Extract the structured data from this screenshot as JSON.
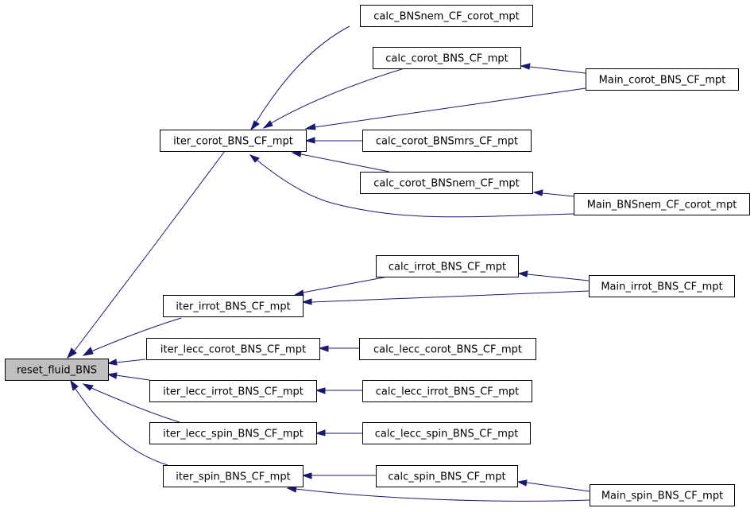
{
  "graph": {
    "nodes": [
      {
        "id": "n_reset",
        "label": "reset_fluid_BNS",
        "root": true
      },
      {
        "id": "n_iter_corot",
        "label": "iter_corot_BNS_CF_mpt"
      },
      {
        "id": "n_iter_irrot",
        "label": "iter_irrot_BNS_CF_mpt"
      },
      {
        "id": "n_iter_lecc_corot",
        "label": "iter_lecc_corot_BNS_CF_mpt"
      },
      {
        "id": "n_iter_lecc_irrot",
        "label": "iter_lecc_irrot_BNS_CF_mpt"
      },
      {
        "id": "n_iter_lecc_spin",
        "label": "iter_lecc_spin_BNS_CF_mpt"
      },
      {
        "id": "n_iter_spin",
        "label": "iter_spin_BNS_CF_mpt"
      },
      {
        "id": "n_calc_bnsnem_corot",
        "label": "calc_BNSnem_CF_corot_mpt"
      },
      {
        "id": "n_calc_corot",
        "label": "calc_corot_BNS_CF_mpt"
      },
      {
        "id": "n_calc_corot_mrs",
        "label": "calc_corot_BNSmrs_CF_mpt"
      },
      {
        "id": "n_calc_corot_nem",
        "label": "calc_corot_BNSnem_CF_mpt"
      },
      {
        "id": "n_calc_irrot",
        "label": "calc_irrot_BNS_CF_mpt"
      },
      {
        "id": "n_calc_lecc_corot",
        "label": "calc_lecc_corot_BNS_CF_mpt"
      },
      {
        "id": "n_calc_lecc_irrot",
        "label": "calc_lecc_irrot_BNS_CF_mpt"
      },
      {
        "id": "n_calc_lecc_spin",
        "label": "calc_lecc_spin_BNS_CF_mpt"
      },
      {
        "id": "n_calc_spin",
        "label": "calc_spin_BNS_CF_mpt"
      },
      {
        "id": "n_main_corot",
        "label": "Main_corot_BNS_CF_mpt"
      },
      {
        "id": "n_main_bnsnem",
        "label": "Main_BNSnem_CF_corot_mpt"
      },
      {
        "id": "n_main_irrot",
        "label": "Main_irrot_BNS_CF_mpt"
      },
      {
        "id": "n_main_spin",
        "label": "Main_spin_BNS_CF_mpt"
      }
    ],
    "edges": [
      {
        "from": "n_iter_corot",
        "to": "n_reset"
      },
      {
        "from": "n_iter_irrot",
        "to": "n_reset"
      },
      {
        "from": "n_iter_lecc_corot",
        "to": "n_reset"
      },
      {
        "from": "n_iter_lecc_irrot",
        "to": "n_reset"
      },
      {
        "from": "n_iter_lecc_spin",
        "to": "n_reset"
      },
      {
        "from": "n_iter_spin",
        "to": "n_reset"
      },
      {
        "from": "n_calc_bnsnem_corot",
        "to": "n_iter_corot"
      },
      {
        "from": "n_calc_corot",
        "to": "n_iter_corot"
      },
      {
        "from": "n_main_corot",
        "to": "n_iter_corot"
      },
      {
        "from": "n_calc_corot_mrs",
        "to": "n_iter_corot"
      },
      {
        "from": "n_calc_corot_nem",
        "to": "n_iter_corot"
      },
      {
        "from": "n_main_bnsnem",
        "to": "n_iter_corot"
      },
      {
        "from": "n_main_corot",
        "to": "n_calc_corot"
      },
      {
        "from": "n_main_bnsnem",
        "to": "n_calc_corot_nem"
      },
      {
        "from": "n_calc_irrot",
        "to": "n_iter_irrot"
      },
      {
        "from": "n_main_irrot",
        "to": "n_iter_irrot"
      },
      {
        "from": "n_main_irrot",
        "to": "n_calc_irrot"
      },
      {
        "from": "n_calc_lecc_corot",
        "to": "n_iter_lecc_corot"
      },
      {
        "from": "n_calc_lecc_irrot",
        "to": "n_iter_lecc_irrot"
      },
      {
        "from": "n_calc_lecc_spin",
        "to": "n_iter_lecc_spin"
      },
      {
        "from": "n_calc_spin",
        "to": "n_iter_spin"
      },
      {
        "from": "n_main_spin",
        "to": "n_iter_spin"
      },
      {
        "from": "n_main_spin",
        "to": "n_calc_spin"
      }
    ]
  }
}
